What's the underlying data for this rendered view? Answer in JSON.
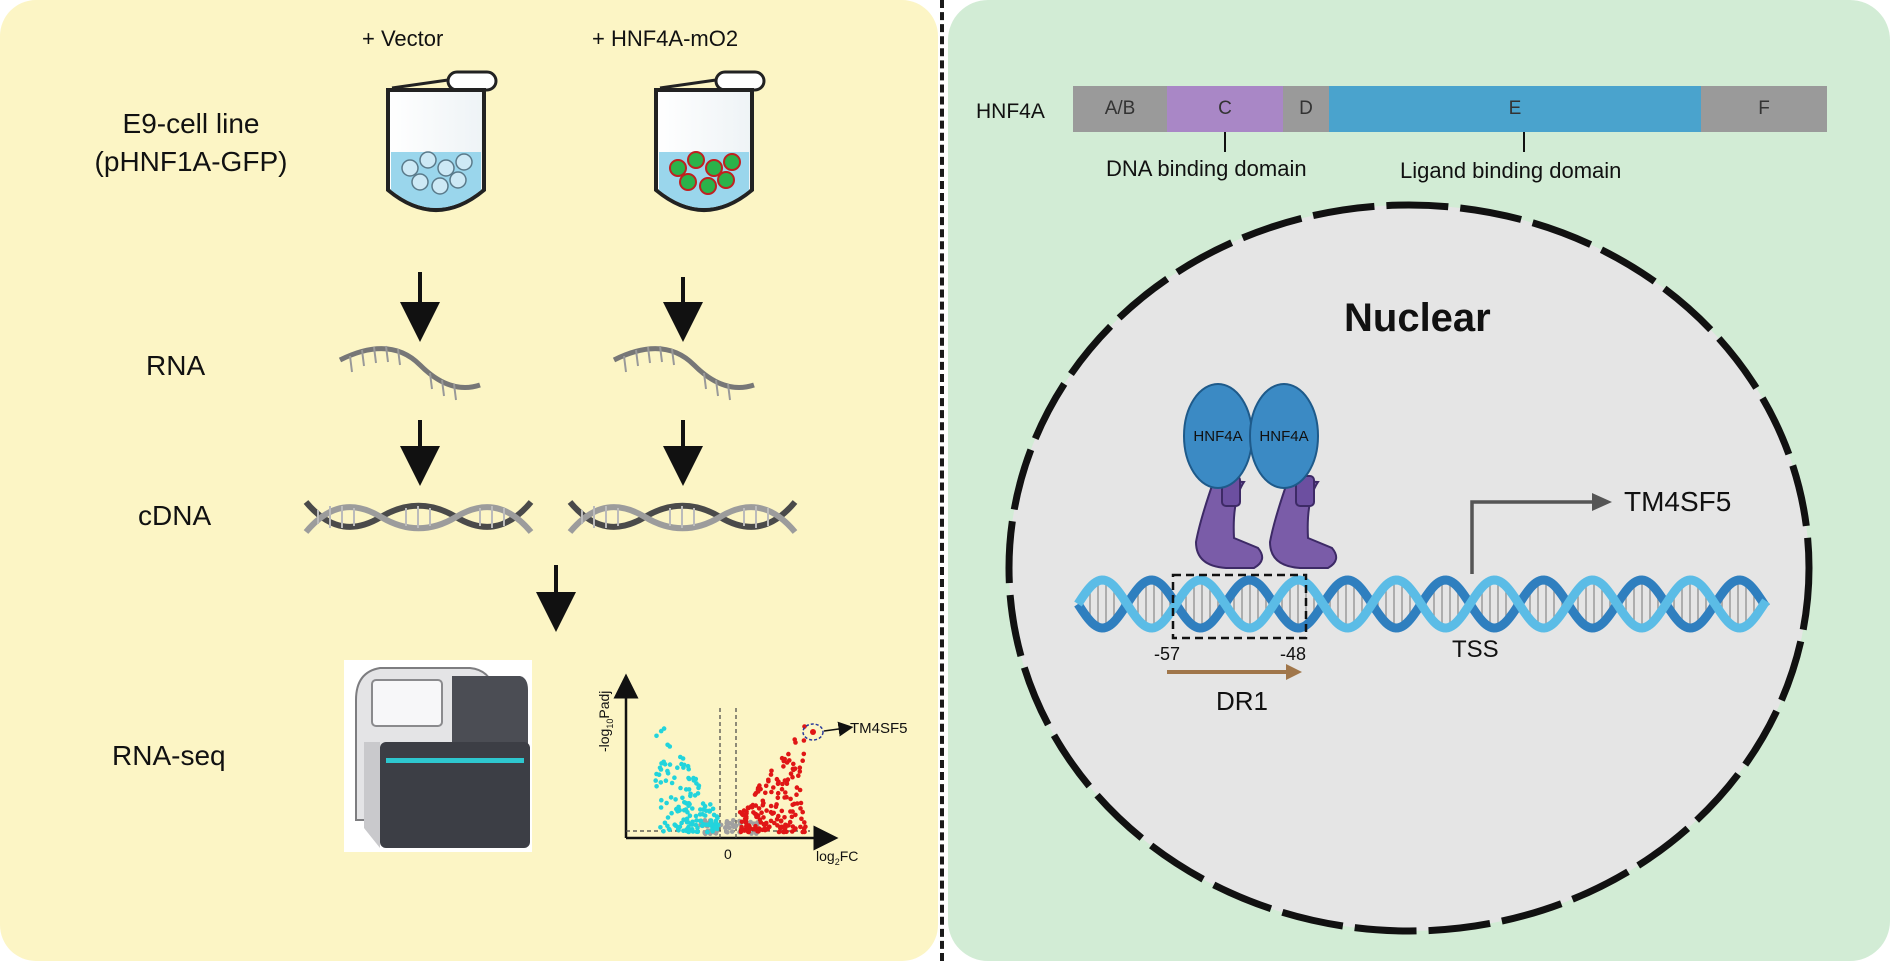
{
  "left": {
    "conditions": [
      "+ Vector",
      "+ HNF4A-mO2"
    ],
    "cell_line": [
      "E9-cell line",
      "(pHNF1A-GFP)"
    ],
    "rows": [
      "RNA",
      "cDNA",
      "RNA-seq"
    ],
    "volcano": {
      "ylabel_main": "-log",
      "ylabel_sub": "10",
      "ylabel_end": "Padj",
      "xlabel_main": "log",
      "xlabel_sub": "2",
      "xlabel_end": "FC",
      "zero": "0",
      "highlight": "TM4SF5",
      "colors": {
        "down": "#22d4dc",
        "up": "#e01616",
        "ns": "#a0a0a0"
      }
    }
  },
  "right": {
    "protein": {
      "name": "HNF4A",
      "domains": [
        {
          "label": "A/B",
          "color": "#9a9a9a"
        },
        {
          "label": "C",
          "color": "#a987c6"
        },
        {
          "label": "D",
          "color": "#9a9a9a"
        },
        {
          "label": "E",
          "color": "#4aa3cd"
        },
        {
          "label": "F",
          "color": "#9a9a9a"
        }
      ],
      "annotations": [
        "DNA binding domain",
        "Ligand binding domain"
      ]
    },
    "nucleus": {
      "title": "Nuclear",
      "receptor_labels": [
        "HNF4A",
        "HNF4A"
      ],
      "gene": "TM4SF5",
      "tss": "TSS",
      "site_start": "-57",
      "site_end": "-48",
      "motif": "DR1"
    }
  }
}
